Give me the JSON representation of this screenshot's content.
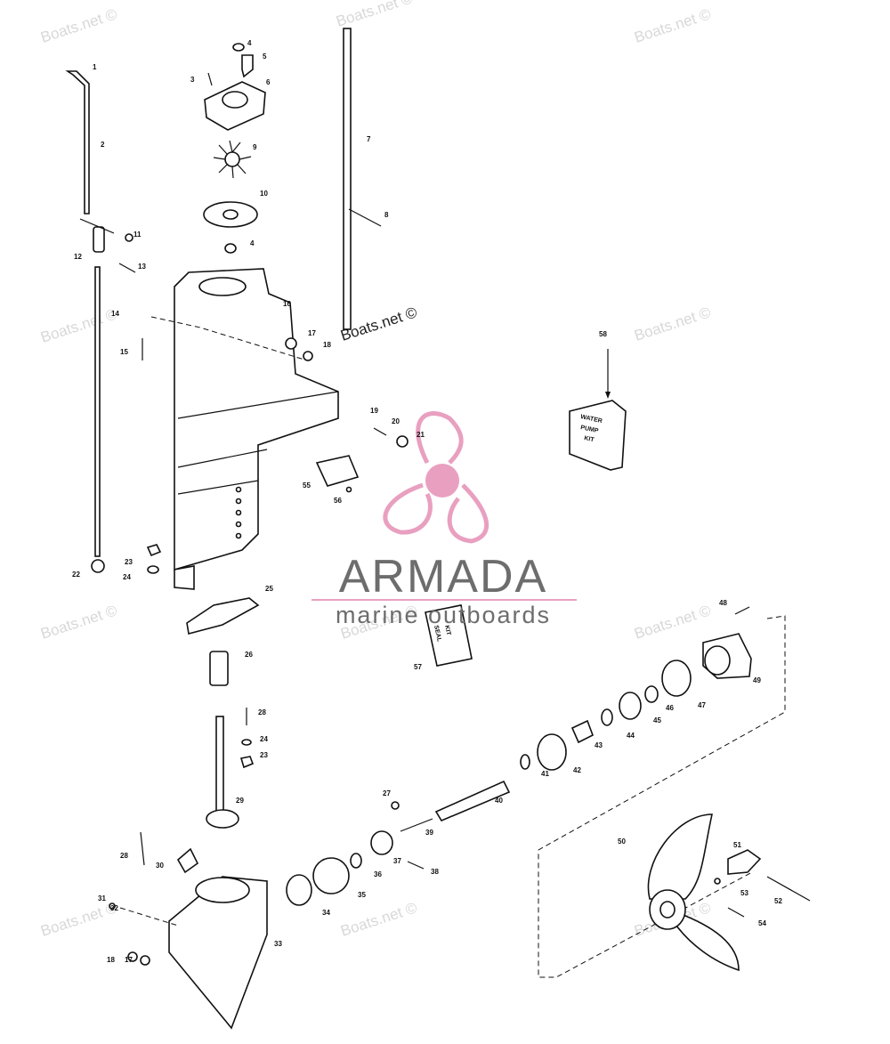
{
  "watermark": {
    "text": "Boats.net ©"
  },
  "brand": {
    "name": "ARMADA",
    "tagline": "marine outboards",
    "logo_color": "#e9a0c0",
    "text_color": "#6d6d6d"
  },
  "kits": {
    "water_pump": [
      "WATER",
      "PUMP",
      "KIT"
    ],
    "seal": [
      "SEAL",
      "KIT"
    ]
  },
  "callouts": {
    "c1": "1",
    "c2": "2",
    "c3": "3",
    "c4": "4",
    "c4b": "4",
    "c5": "5",
    "c6": "6",
    "c7": "7",
    "c8": "8",
    "c9": "9",
    "c10": "10",
    "c11": "11",
    "c12": "12",
    "c13": "13",
    "c14": "14",
    "c15": "15",
    "c16": "16",
    "c17": "17",
    "c17b": "17",
    "c18": "18",
    "c18b": "18",
    "c19": "19",
    "c20": "20",
    "c21": "21",
    "c22": "22",
    "c23": "23",
    "c23b": "23",
    "c24": "24",
    "c24b": "24",
    "c25": "25",
    "c26": "26",
    "c27": "27",
    "c28": "28",
    "c28b": "28",
    "c29": "29",
    "c30": "30",
    "c31": "31",
    "c32": "32",
    "c33": "33",
    "c34": "34",
    "c35": "35",
    "c36": "36",
    "c37": "37",
    "c38": "38",
    "c39": "39",
    "c40": "40",
    "c41": "41",
    "c42": "42",
    "c43": "43",
    "c44": "44",
    "c45": "45",
    "c46": "46",
    "c47": "47",
    "c48": "48",
    "c49": "49",
    "c50": "50",
    "c51": "51",
    "c52": "52",
    "c53": "53",
    "c54": "54",
    "c55": "55",
    "c56": "56",
    "c57": "57",
    "c58": "58"
  }
}
